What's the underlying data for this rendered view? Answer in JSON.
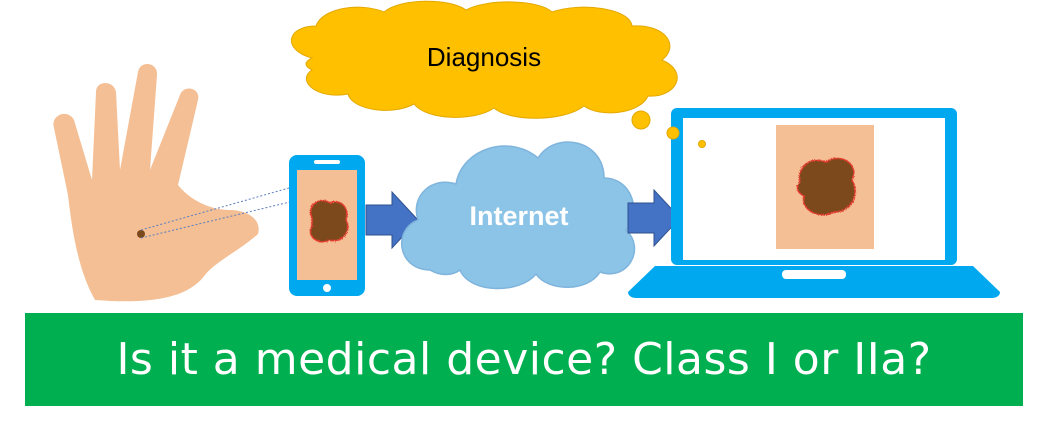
{
  "thought_bubble": {
    "text": "Diagnosis"
  },
  "cloud": {
    "text": "Internet"
  },
  "banner": {
    "text": "Is it a medical device? Class I or IIa?"
  },
  "colors": {
    "skin": "#f4bf94",
    "lesion": "#7b4a1c",
    "lesion_outline": "#e33b2e",
    "device_blue": "#00a8f0",
    "arrow_blue": "#4472c4",
    "cloud_blue": "#8cc4e8",
    "bubble_yellow": "#ffc000",
    "banner_green": "#00b050"
  },
  "icons": [
    "hand-icon",
    "smartphone-icon",
    "arrow-right-icon",
    "cloud-icon",
    "laptop-icon",
    "thought-bubble-icon"
  ]
}
